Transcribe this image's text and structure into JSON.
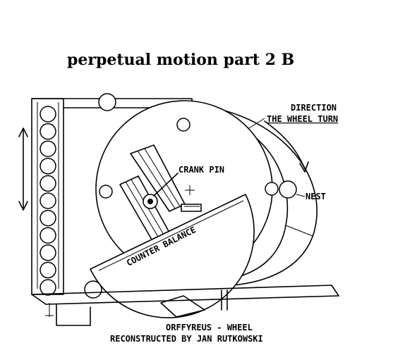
{
  "diagram": {
    "title": "perpetual motion part 2 B",
    "labels": {
      "direction_line1": "DIRECTION",
      "direction_line2": "THE WHEEL TURN",
      "crank_pin": "CRANK PIN",
      "nest": "NEST",
      "counter_balance": "COUNTER BALANCE",
      "caption_line1": "ORFFYREUS - WHEEL",
      "caption_line2": "RECONSTRUCTED BY JAN RUTKOWSKI"
    },
    "icons": {
      "stack_balls": "ball-icon",
      "wheel_holes": "hole-icon",
      "arrow_vertical": "double-arrow-icon",
      "arrow_direction": "curved-arrow-icon"
    },
    "ink_color": "#000000",
    "paper_color": "#ffffff"
  }
}
